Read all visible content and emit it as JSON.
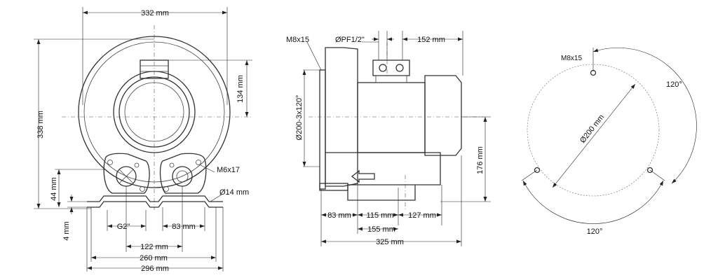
{
  "front_view": {
    "width_overall": "332 mm",
    "height_overall": "338 mm",
    "outlet_height": "134 mm",
    "base_height": "44 mm",
    "plate_thickness": "4 mm",
    "port_thread": "G2\"",
    "port_offset": "83 mm",
    "port_spacing": "122 mm",
    "base_span_inner": "260 mm",
    "base_span_outer": "296 mm",
    "bolt_thread": "M6x17",
    "hole_diameter": "Ø14 mm"
  },
  "side_view": {
    "flange_thread": "M8x15",
    "bolt_circle": "Ø200-3x120°",
    "cable_gland": "ØPF1/2\"",
    "box_offset": "152 mm",
    "center_height": "176 mm",
    "dim_a": "83 mm",
    "dim_b": "115 mm",
    "dim_c": "127 mm",
    "dim_d": "155 mm",
    "overall_length": "325 mm"
  },
  "flange_view": {
    "thread": "M8x15",
    "diameter": "Ø200 mm",
    "angle_top": "120°",
    "angle_bottom": "120°"
  }
}
